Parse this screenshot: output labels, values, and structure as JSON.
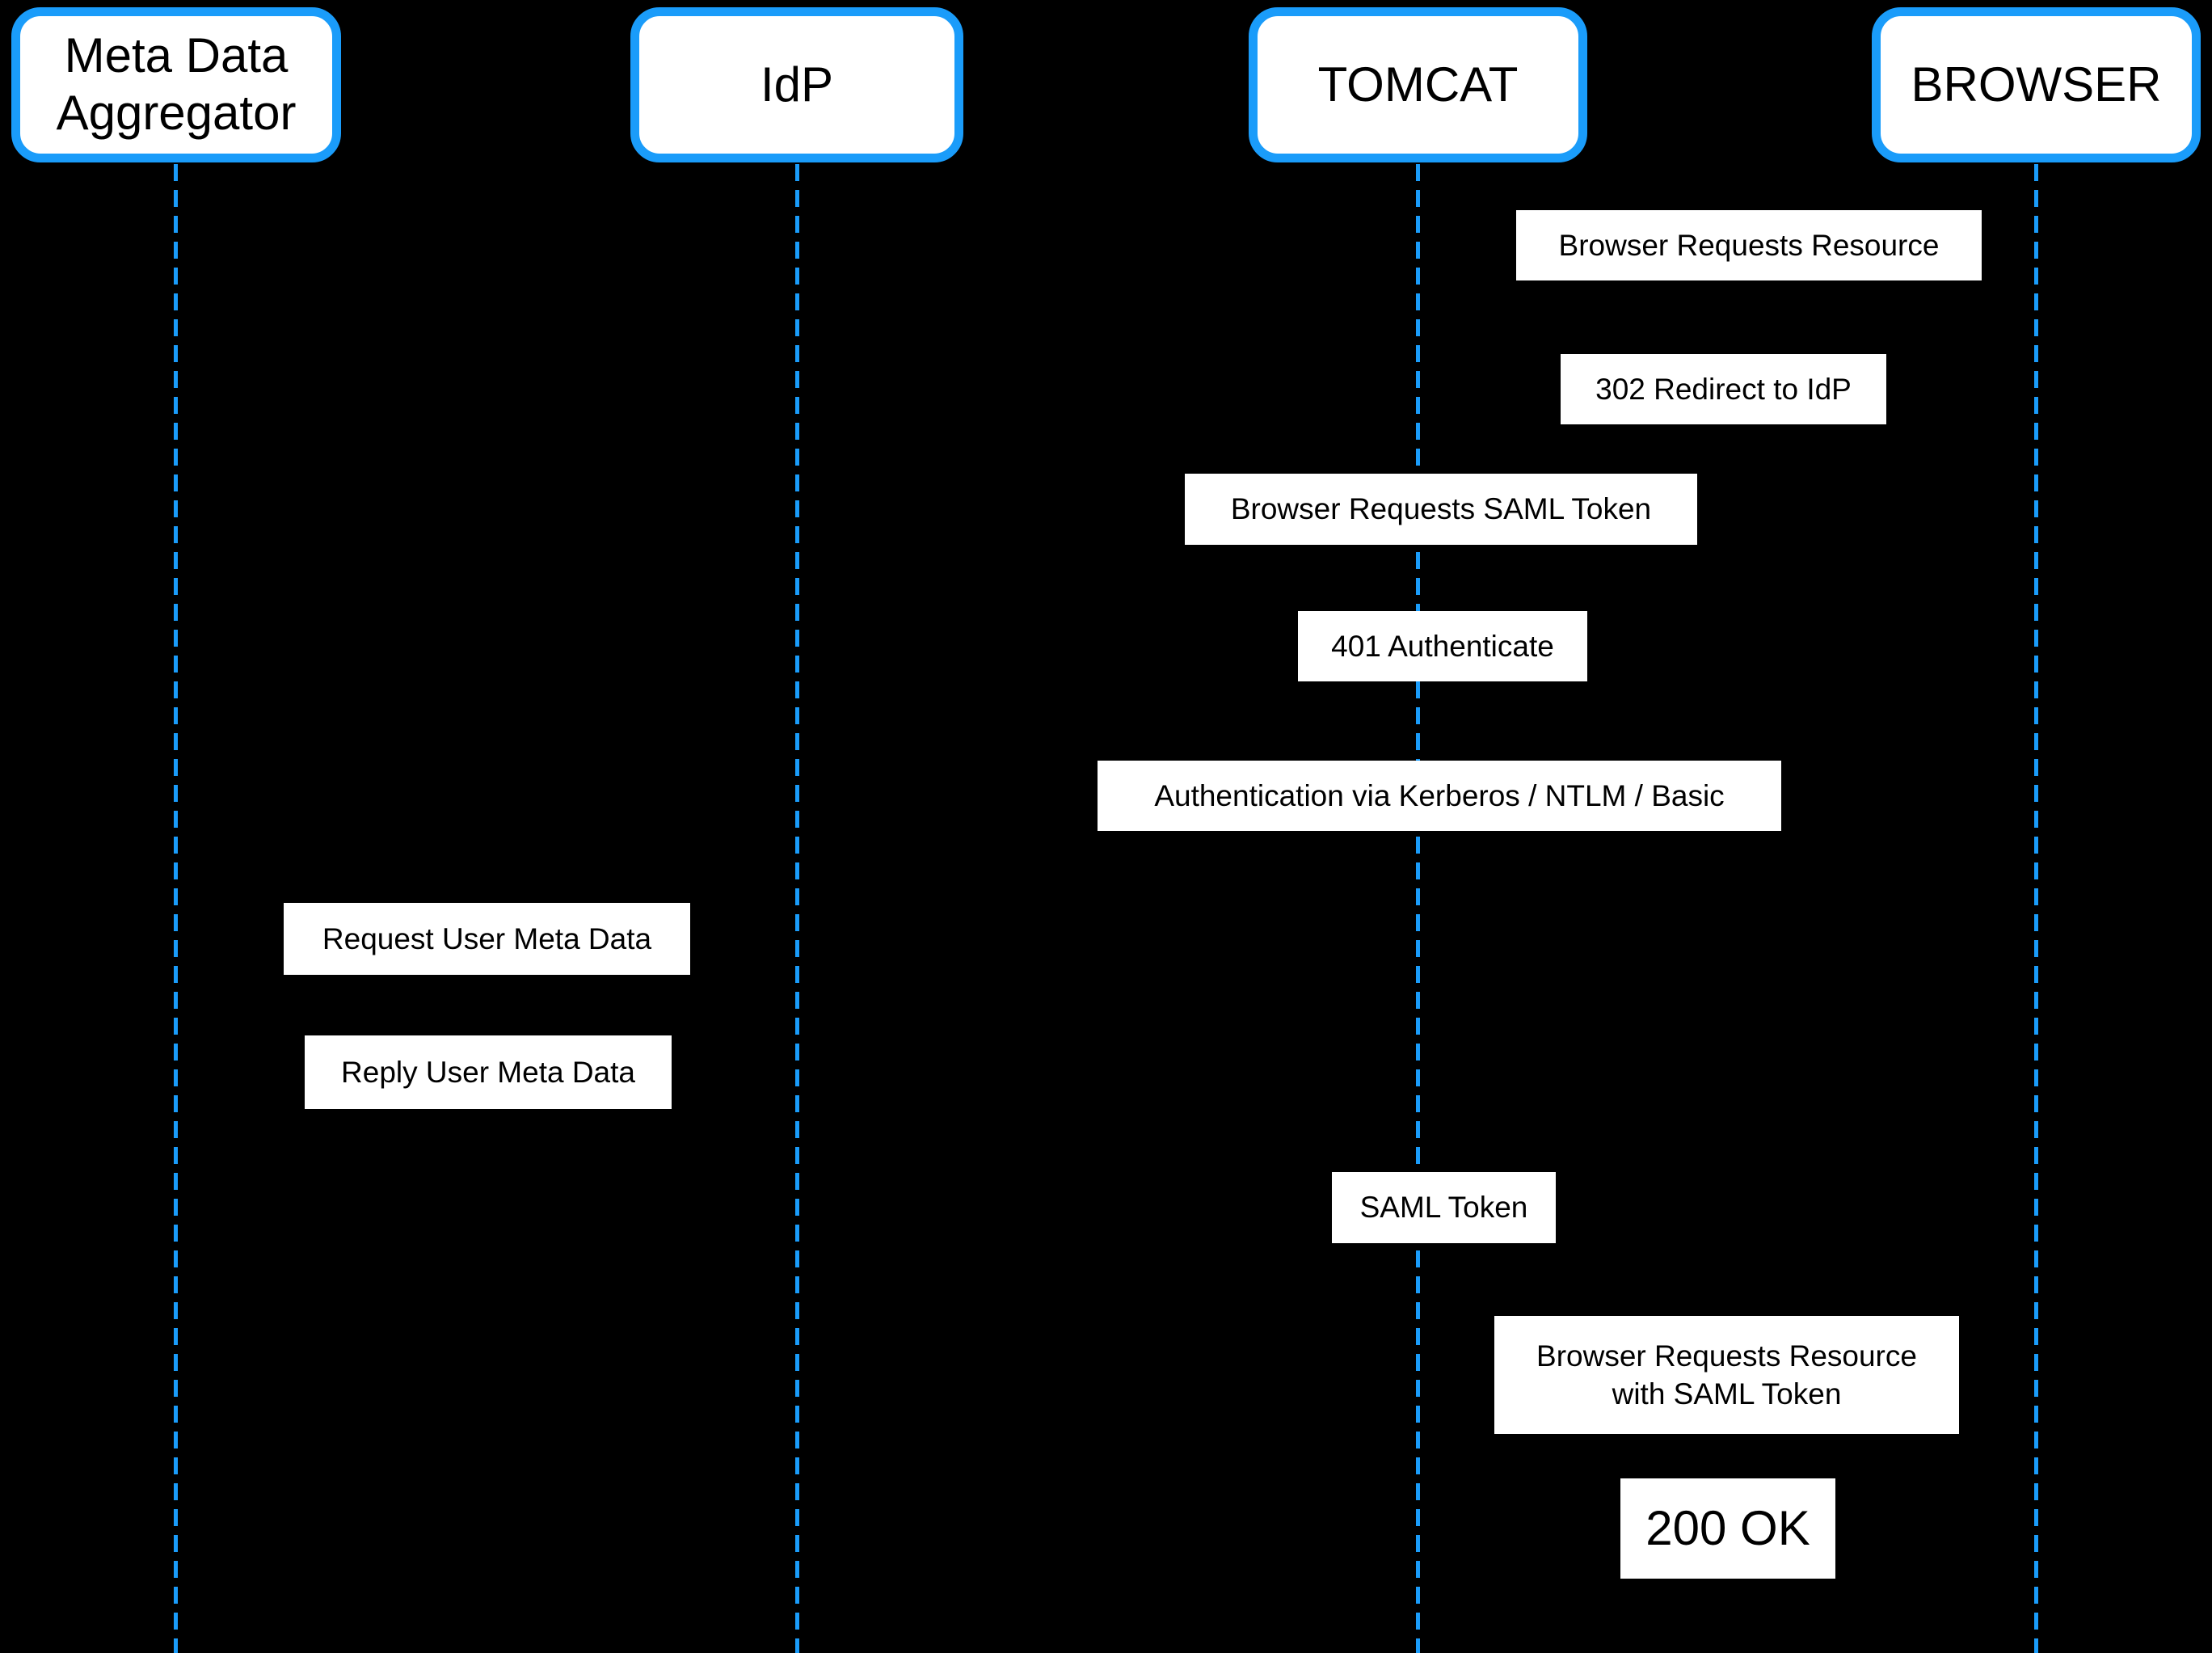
{
  "colors": {
    "background": "#000000",
    "accent_blue": "#1A9CFA",
    "box_fill": "#FFFFFF",
    "text": "#000000"
  },
  "actors": [
    {
      "label": "Meta Data Aggregator"
    },
    {
      "label": "IdP"
    },
    {
      "label": "TOMCAT"
    },
    {
      "label": "BROWSER"
    }
  ],
  "messages": [
    {
      "text": "Browser Requests Resource"
    },
    {
      "text": "302 Redirect to IdP"
    },
    {
      "text": "Browser Requests SAML Token"
    },
    {
      "text": "401 Authenticate"
    },
    {
      "text": "Authentication via Kerberos / NTLM / Basic"
    },
    {
      "text": "Request User Meta Data"
    },
    {
      "text": "Reply User Meta Data"
    },
    {
      "text": "SAML Token"
    },
    {
      "text": "Browser Requests Resource with SAML Token"
    },
    {
      "text": "200 OK"
    }
  ]
}
